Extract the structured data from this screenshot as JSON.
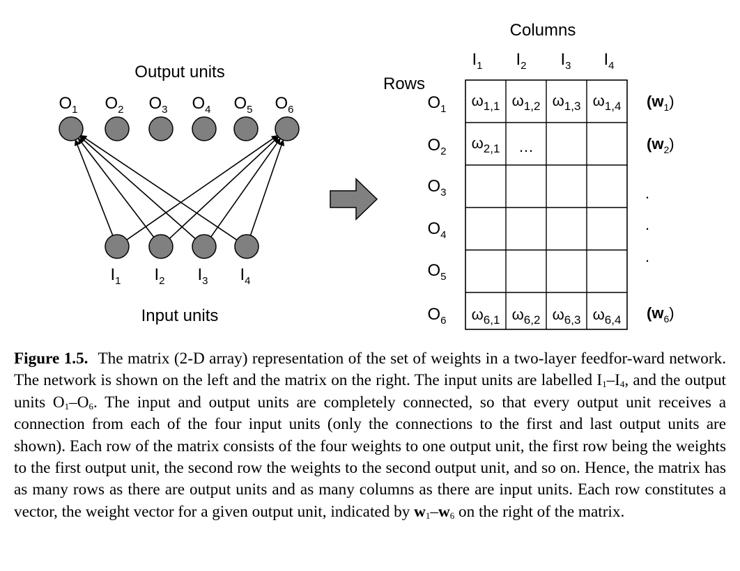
{
  "network": {
    "output_title": "Output units",
    "input_title": "Input units",
    "outputs": [
      {
        "base": "O",
        "sub": "1"
      },
      {
        "base": "O",
        "sub": "2"
      },
      {
        "base": "O",
        "sub": "3"
      },
      {
        "base": "O",
        "sub": "4"
      },
      {
        "base": "O",
        "sub": "5"
      },
      {
        "base": "O",
        "sub": "6"
      }
    ],
    "inputs": [
      {
        "base": "I",
        "sub": "1"
      },
      {
        "base": "I",
        "sub": "2"
      },
      {
        "base": "I",
        "sub": "3"
      },
      {
        "base": "I",
        "sub": "4"
      }
    ],
    "node_color": "#808080"
  },
  "matrix": {
    "columns_title": "Columns",
    "rows_title": "Rows",
    "col_labels": [
      {
        "base": "I",
        "sub": "1"
      },
      {
        "base": "I",
        "sub": "2"
      },
      {
        "base": "I",
        "sub": "3"
      },
      {
        "base": "I",
        "sub": "4"
      }
    ],
    "row_labels": [
      {
        "base": "O",
        "sub": "1"
      },
      {
        "base": "O",
        "sub": "2"
      },
      {
        "base": "O",
        "sub": "3"
      },
      {
        "base": "O",
        "sub": "4"
      },
      {
        "base": "O",
        "sub": "5"
      },
      {
        "base": "O",
        "sub": "6"
      }
    ],
    "cells": [
      [
        {
          "base": "ω",
          "sub": "1,1"
        },
        {
          "base": "ω",
          "sub": "1,2"
        },
        {
          "base": "ω",
          "sub": "1,3"
        },
        {
          "base": "ω",
          "sub": "1,4"
        }
      ],
      [
        {
          "base": "ω",
          "sub": "2,1"
        },
        {
          "base": "…",
          "sub": ""
        },
        null,
        null
      ],
      [
        null,
        null,
        null,
        null
      ],
      [
        null,
        null,
        null,
        null
      ],
      [
        null,
        null,
        null,
        null
      ],
      [
        {
          "base": "ω",
          "sub": "6,1"
        },
        {
          "base": "ω",
          "sub": "6,2"
        },
        {
          "base": "ω",
          "sub": "6,3"
        },
        {
          "base": "ω",
          "sub": "6,4"
        }
      ]
    ],
    "vector_labels": [
      {
        "row": 0,
        "text": "(w",
        "sub": "1",
        "close": ")"
      },
      {
        "row": 1,
        "text": "(w",
        "sub": "2",
        "close": ")"
      },
      {
        "row": 5,
        "text": "(w",
        "sub": "6",
        "close": ")"
      }
    ],
    "vertical_dots": [
      "·",
      "·",
      "·"
    ]
  },
  "caption": {
    "label": "Figure 1.5.",
    "s1": "The matrix (2-D array) representation of the set of weights in a two-layer feedfor-ward network. The network is shown on the left and the matrix on the right. The input units are labelled I",
    "s1_sub_a": "1",
    "s1_dash": "–I",
    "s1_sub_b": "4",
    "s2": ", and the output units O",
    "s2_sub_a": "1",
    "s2_dash": "–O",
    "s2_sub_b": "6",
    "s3": ". The input and output units are completely connected, so that every output unit receives a connection from each of the four input units (only the connections to the first and last output units are shown). Each row of the matrix consists of the four weights to one output unit, the first row being the weights to the first output unit, the second row the weights to the second output unit, and so on. Hence, the matrix has as many rows as there are output units and as many columns as there are input units. Each row constitutes a vector, the weight vector for a given output unit, indicated by ",
    "w_a": "w",
    "w_sub_a": "1",
    "w_dash": "–",
    "w_b": "w",
    "w_sub_b": "6",
    "s4": " on the right of the matrix."
  }
}
